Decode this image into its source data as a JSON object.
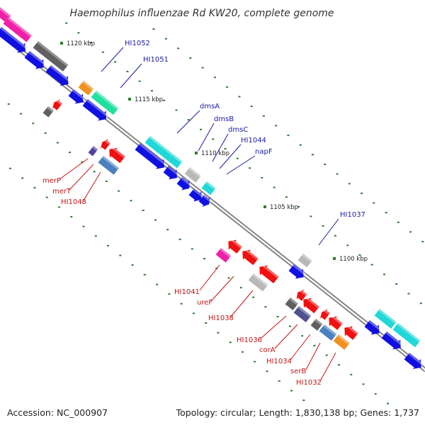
{
  "title": "Haemophilus influenzae Rd KW20, complete genome",
  "footer": {
    "accession": "Accession: NC_000907",
    "summary": "Topology: circular; Length: 1,830,138 bp; Genes: 1,737"
  },
  "colors": {
    "backbone": "#808080",
    "tick": "#2e7d2e",
    "forward_label": "#1a1aa6",
    "reverse_label": "#c81414",
    "blue": "#1010e0",
    "red": "#f01010",
    "magenta": "#f020a8",
    "dark_gray": "#606060",
    "light_gray": "#b8b8b8",
    "orange": "#f09020",
    "green": "#20e0a0",
    "cyan": "#20d8d8",
    "steel_blue": "#4a80c0",
    "slate": "#505090",
    "purple": "#5040a0"
  },
  "ticks": [
    {
      "label": "1120 kbp"
    },
    {
      "label": "1115 kbp"
    },
    {
      "label": "1110 kbp"
    },
    {
      "label": "1105 kbp"
    },
    {
      "label": "1100 kbp"
    }
  ],
  "forward_labels": [
    {
      "text": "HI1052"
    },
    {
      "text": "HI1051"
    },
    {
      "text": "dmsA"
    },
    {
      "text": "dmsB"
    },
    {
      "text": "dmsC"
    },
    {
      "text": "HI1044"
    },
    {
      "text": "napF"
    },
    {
      "text": "HI1037"
    }
  ],
  "reverse_labels": [
    {
      "text": "merP"
    },
    {
      "text": "merT"
    },
    {
      "text": "HI1048"
    },
    {
      "text": "HI1041"
    },
    {
      "text": "ureF"
    },
    {
      "text": "HI1038"
    },
    {
      "text": "HI1036"
    },
    {
      "text": "corA"
    },
    {
      "text": "HI1034"
    },
    {
      "text": "serB"
    },
    {
      "text": "HI1032"
    }
  ]
}
